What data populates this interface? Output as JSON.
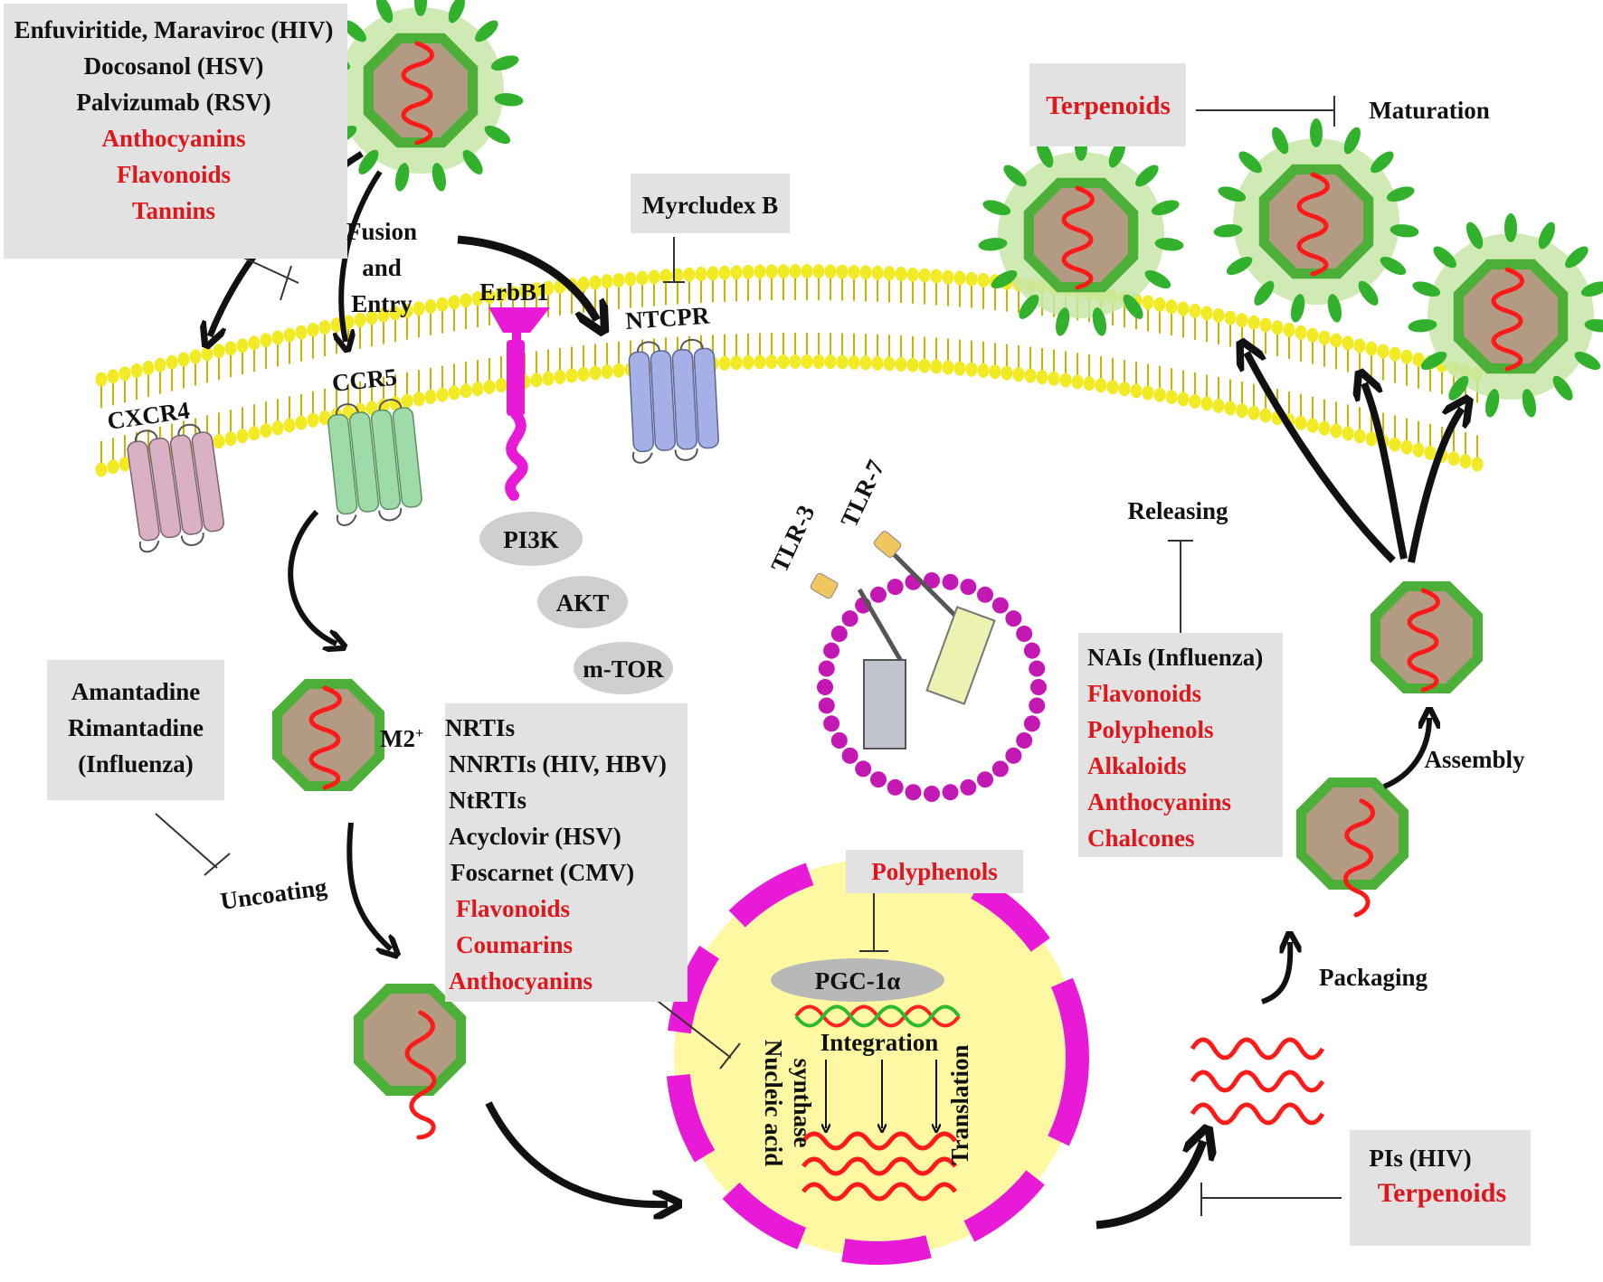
{
  "colors": {
    "drug_text": "#111111",
    "natural_text": "#e0161b",
    "box_fill": "#e2e2e2",
    "membrane_head": "#f2ea24",
    "membrane_tail": "#c8b400",
    "capsid_shell": "#4caf37",
    "capsid_core": "#b39a82",
    "rna": "#ff1a1a",
    "spike": "#32b12c",
    "envelope": "#c7e6a8",
    "nucleus_fill": "#fff8a3",
    "nucleus_rim": "#e81ad8",
    "cxcr4": "#d9b0c4",
    "ccr5": "#9fdba8",
    "ntcpr": "#a5b1e6",
    "erbb1": "#e81ad8",
    "signaling_oval": "#cfcfcf",
    "arrow": "#111111"
  },
  "boxes": {
    "entry": {
      "drugs": [
        "Enfuviritide, Maraviroc (HIV)",
        "Docosanol (HSV)",
        "Palvizumab (RSV)"
      ],
      "natural": [
        "Anthocyanins",
        "Flavonoids",
        "Tannins"
      ]
    },
    "myrcludex": {
      "drugs": [
        "Myrcludex B"
      ]
    },
    "uncoating": {
      "drugs": [
        "Amantadine",
        "Rimantadine",
        "(Influenza)"
      ]
    },
    "replication": {
      "drugs": [
        "NRTIs",
        "NNRTIs (HIV, HBV)",
        "NtRTIs",
        "Acyclovir (HSV)",
        "Foscarnet (CMV)"
      ],
      "natural": [
        "Flavonoids",
        "Coumarins",
        "Anthocyanins"
      ]
    },
    "polyphenols": {
      "natural": [
        "Polyphenols"
      ]
    },
    "release": {
      "drugs": [
        "NAIs (Influenza)"
      ],
      "natural": [
        "Flavonoids",
        "Polyphenols",
        "Alkaloids",
        "Anthocyanins",
        "Chalcones"
      ]
    },
    "maturation": {
      "natural": [
        "Terpenoids"
      ]
    },
    "protease": {
      "drugs": [
        "PIs (HIV)"
      ],
      "natural": [
        "Terpenoids"
      ]
    }
  },
  "labels": {
    "fusion_entry": [
      "Fusion",
      "and",
      "Entry"
    ],
    "cxcr4": "CXCR4",
    "ccr5": "CCR5",
    "erbb1": "ErbB1",
    "ntcpr": "NTCPR",
    "pi3k": "PI3K",
    "akt": "AKT",
    "mtor": "m-TOR",
    "m2": "M2",
    "m2_sup": "+",
    "uncoating": "Uncoating",
    "tlr3": "TLR-3",
    "tlr7": "TLR-7",
    "releasing": "Releasing",
    "maturation": "Maturation",
    "assembly": "Assembly",
    "packaging": "Packaging",
    "pgc": "PGC-1α",
    "integration": "Integration",
    "nucleic_acid": "Nucleic acid",
    "synthase": "synthase",
    "translation": "Translation"
  },
  "icons": [
    "virion-icon",
    "capsid-icon",
    "rna-icon",
    "receptor-icon",
    "inhibition-icon",
    "arrow-icon",
    "endosome-icon"
  ]
}
